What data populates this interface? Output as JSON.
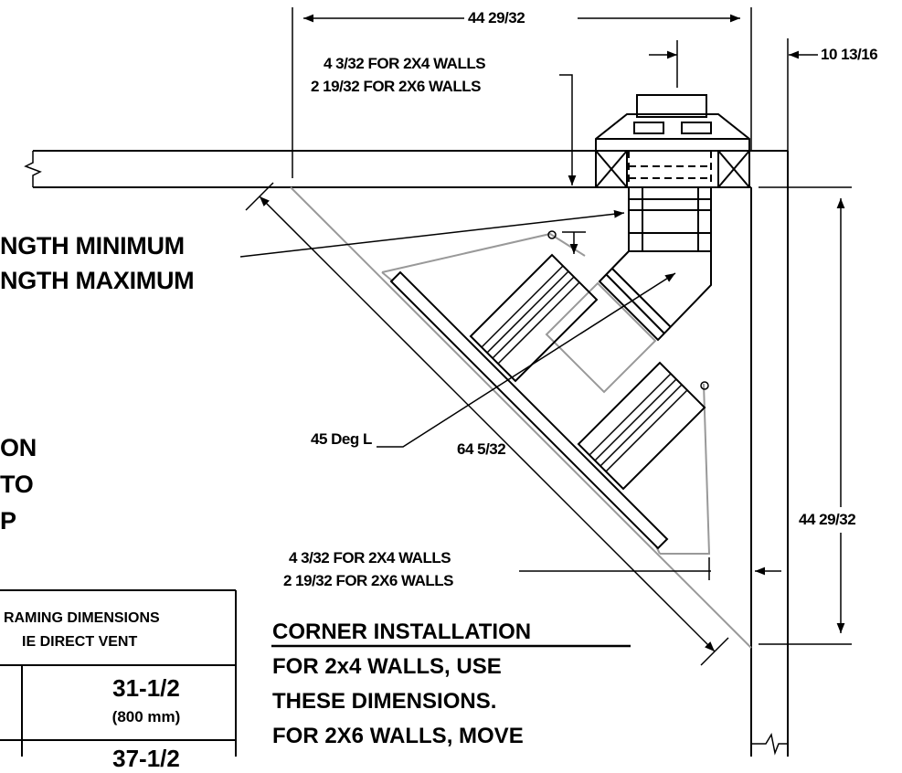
{
  "dimensions": {
    "top_width": "44 29/32",
    "right_offset": "10 13/16",
    "wall_2x4_top": "4 3/32 FOR 2X4 WALLS",
    "wall_2x6_top": "2 19/32 FOR 2X6 WALLS",
    "vertical": "44 29/32",
    "diagonal": "64 5/32",
    "wall_2x4_bottom": "4 3/32 FOR 2X4 WALLS",
    "wall_2x6_bottom": "2 19/32 FOR 2X6 WALLS",
    "elbow_label": "45 Deg L"
  },
  "left_notes": {
    "length_min": "NGTH MINIMUM",
    "length_max": "NGTH MAXIMUM",
    "line_1": "ON",
    "line_2": "TO",
    "line_3": "P"
  },
  "table": {
    "header_1": "RAMING DIMENSIONS",
    "header_2": "IE DIRECT VENT",
    "value_1": "31-1/2",
    "value_1_metric": "(800 mm)",
    "value_2": "37-1/2"
  },
  "corner_note": {
    "title": "CORNER INSTALLATION",
    "line_1": "FOR 2x4 WALLS, USE",
    "line_2": "THESE DIMENSIONS.",
    "line_3": "FOR 2X6 WALLS, MOVE"
  }
}
